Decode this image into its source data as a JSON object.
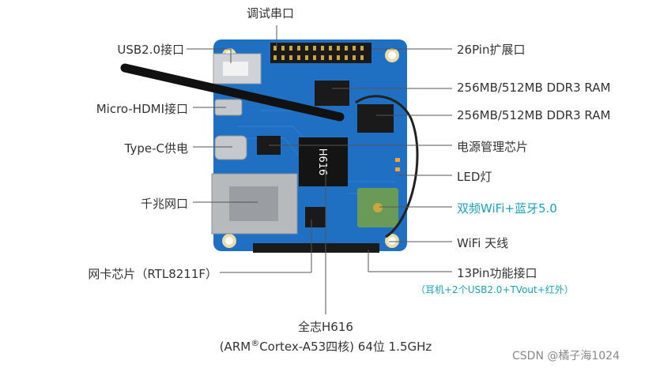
{
  "labels": {
    "debug_serial": "调试串口",
    "usb": "USB2.0接口",
    "hdmi": "Micro-HDMI接口",
    "typec": "Type-C供电",
    "ethernet": "千兆网口",
    "nic_chip": "网卡芯片（RTL8211F）",
    "ext_26pin": "26Pin扩展口",
    "ram1": "256MB/512MB DDR3 RAM",
    "ram2": "256MB/512MB DDR3 RAM",
    "pmic": "电源管理芯片",
    "led": "LED灯",
    "wifi_bt": "双频WiFi+蓝牙5.0",
    "antenna": "WiFi 天线",
    "iface_13pin": "13Pin功能接口",
    "iface_13pin_note": "（耳机+2个USB2.0+TVout+红外）",
    "soc_line1": "全志H616",
    "soc_line2a": "(ARM",
    "soc_reg": "®",
    "soc_line2b": "Cortex-A53四核) 64位 1.5GHz"
  },
  "chip_marks": {
    "soc": "H616"
  },
  "watermark": "CSDN @橘子海1024",
  "colors": {
    "board": "#1f6fc2",
    "line": "#555555",
    "accent": "#1aa3b8"
  }
}
